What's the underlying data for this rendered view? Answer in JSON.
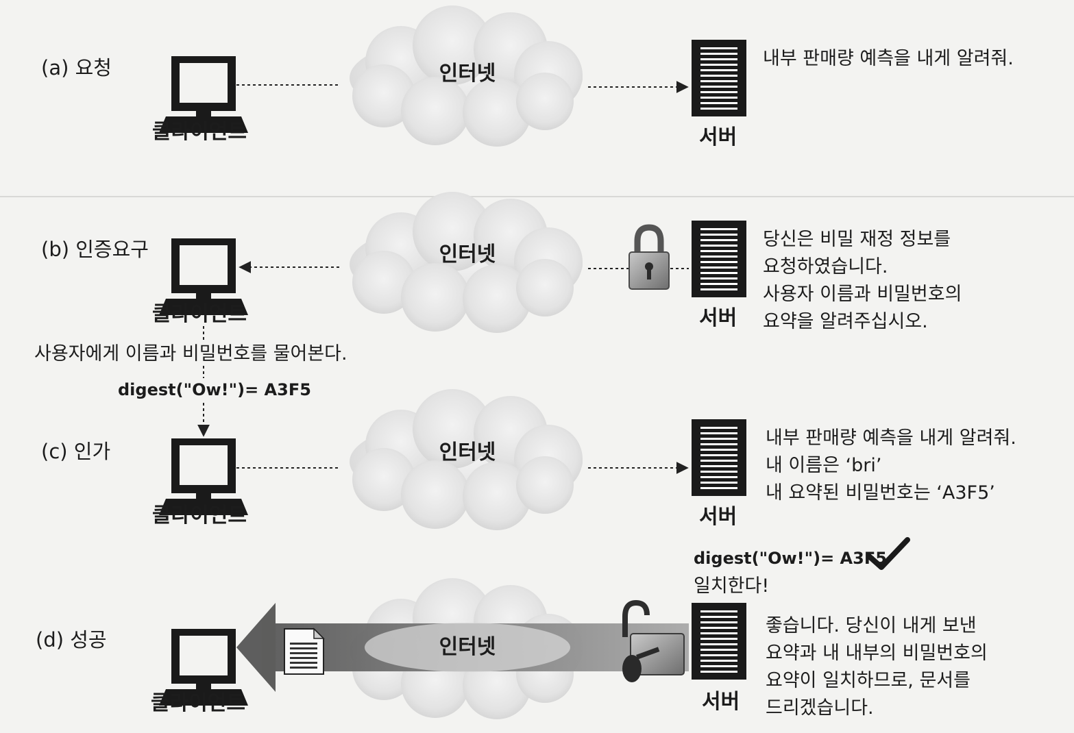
{
  "labels": {
    "client": "클라이언트",
    "server": "서버",
    "internet": "인터넷"
  },
  "steps": [
    {
      "label": "(a) 요청",
      "message": [
        "내부 판매량 예측을 내게 알려줘."
      ]
    },
    {
      "label": "(b) 인증요구",
      "message": [
        "당신은 비밀 재정 정보를",
        "요청하였습니다.",
        "사용자 이름과 비밀번호의",
        "요약을 알려주십시오."
      ]
    },
    {
      "label": "(c) 인가",
      "message": [
        "내부 판매량 예측을 내게 알려줘.",
        "내 이름은 ‘bri’",
        "내 요약된 비밀번호는 ‘A3F5’"
      ]
    },
    {
      "label": "(d) 성공",
      "message": [
        "좋습니다. 당신이 내게 보낸",
        "요약과 내 내부의 비밀번호의",
        "요약이 일치하므로, 문서를",
        "드리겠습니다."
      ]
    }
  ],
  "client_action": "사용자에게 이름과 비밀번호를 물어본다.",
  "client_digest": "digest(\"Ow!\")= A3F5",
  "server_digest": "digest(\"Ow!\")= A3F5",
  "server_match": "일치한다!",
  "icons": [
    "computer-icon",
    "server-icon",
    "cloud-icon",
    "padlock-icon",
    "open-padlock-icon",
    "key-icon",
    "document-icon",
    "checkmark-icon"
  ]
}
